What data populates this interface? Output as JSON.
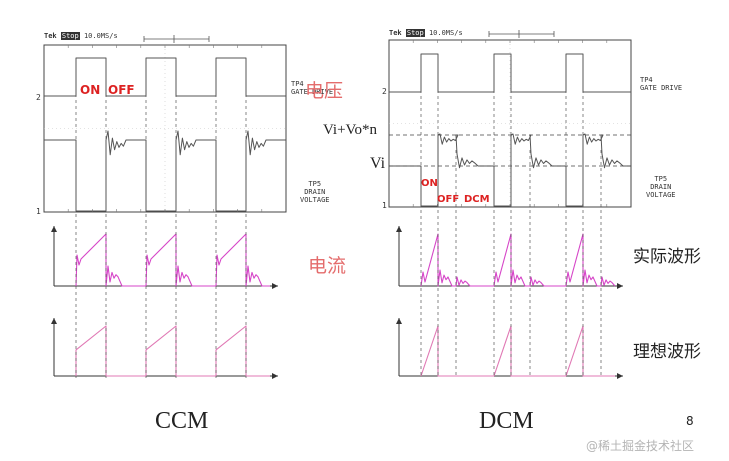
{
  "colors": {
    "trace": "#555555",
    "grid": "#c8c8c8",
    "annotation_red": "#d22222",
    "label_pink": "#e46c6c",
    "current_magenta": "#d646c8",
    "ideal_pink": "#e078b4",
    "watermark": "#b4b4b4"
  },
  "left": {
    "scope_header_brand": "Tek",
    "scope_header_stop": "Stop",
    "scope_header_rate": "10.0MS/s",
    "gate_label_line1": "TP4",
    "gate_label_line2": "GATE DRIVE",
    "drain_label_line1": "TP5",
    "drain_label_line2": "DRAIN",
    "drain_label_line3": "VOLTAGE",
    "ch2_marker": "2",
    "ch1_marker": "1",
    "on_label": "ON",
    "off_label": "OFF",
    "mode_caption": "CCM"
  },
  "right": {
    "scope_header_brand": "Tek",
    "scope_header_stop": "Stop",
    "scope_header_rate": "10.0MS/s",
    "gate_label_line1": "TP4",
    "gate_label_line2": "GATE DRIVE",
    "drain_label_line1": "TP5",
    "drain_label_line2": "DRAIN",
    "drain_label_line3": "VOLTAGE",
    "ch2_marker": "2",
    "ch1_marker": "1",
    "on_label": "ON",
    "off_label": "OFF",
    "dcm_label": "DCM",
    "vi_vo_label": "Vi+Vo*n",
    "vi_label": "Vi",
    "mode_caption": "DCM"
  },
  "labels": {
    "voltage": "电压",
    "current": "电流",
    "actual_waveform": "实际波形",
    "ideal_waveform": "理想波形"
  },
  "page_number": "8",
  "watermark": "@稀土掘金技术社区"
}
